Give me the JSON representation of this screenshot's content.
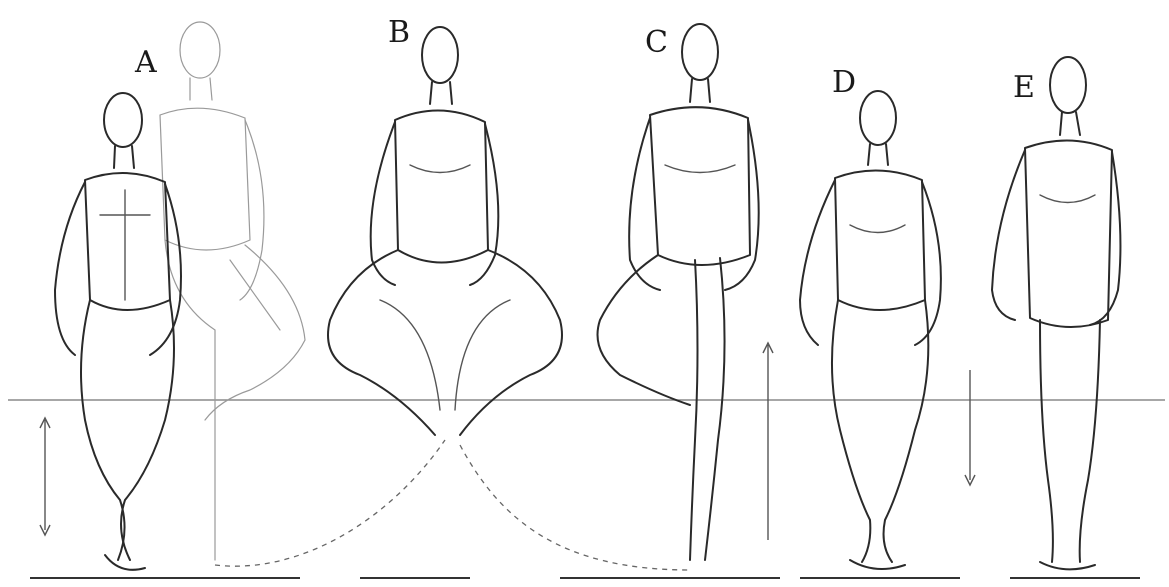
{
  "figure": {
    "labels": {
      "a": "A",
      "b": "B",
      "c": "C",
      "d": "D",
      "e": "E"
    },
    "ink_color": "#2a2a2a",
    "background": "#ffffff"
  }
}
